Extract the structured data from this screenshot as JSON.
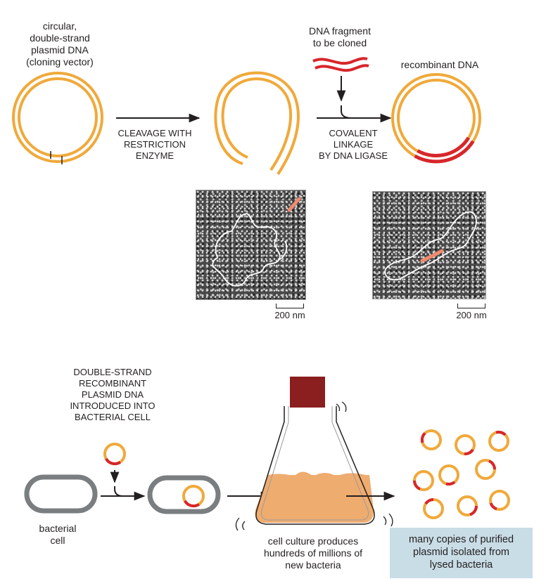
{
  "top": {
    "vector_label": "circular,\ndouble-strand\nplasmid DNA\n(cloning vector)",
    "fragment_label": "DNA fragment\nto be cloned",
    "recombinant_label": "recombinant DNA",
    "step1": "CLEAVAGE WITH\nRESTRICTION\nENZYME",
    "step2": "COVALENT\nLINKAGE\nBY DNA LIGASE",
    "scale_left": "200 nm",
    "scale_right": "200 nm"
  },
  "bottom": {
    "intro_label": "DOUBLE-STRAND\nRECOMBINANT\nPLASMID DNA\nINTRODUCED INTO\nBACTERIAL CELL",
    "cell_label": "bacterial\ncell",
    "culture_label": "cell culture produces\nhundreds of millions of\nnew bacteria",
    "result_label": "many copies of purified\nplasmid isolated from\nlysed bacteria"
  },
  "colors": {
    "dna_vector": "#f0a93a",
    "dna_insert": "#d7262b",
    "cell_wall": "#7b7e80",
    "flask_cap": "#8b1e1e",
    "culture": "#efac6f",
    "result_box": "#c9dde6"
  }
}
